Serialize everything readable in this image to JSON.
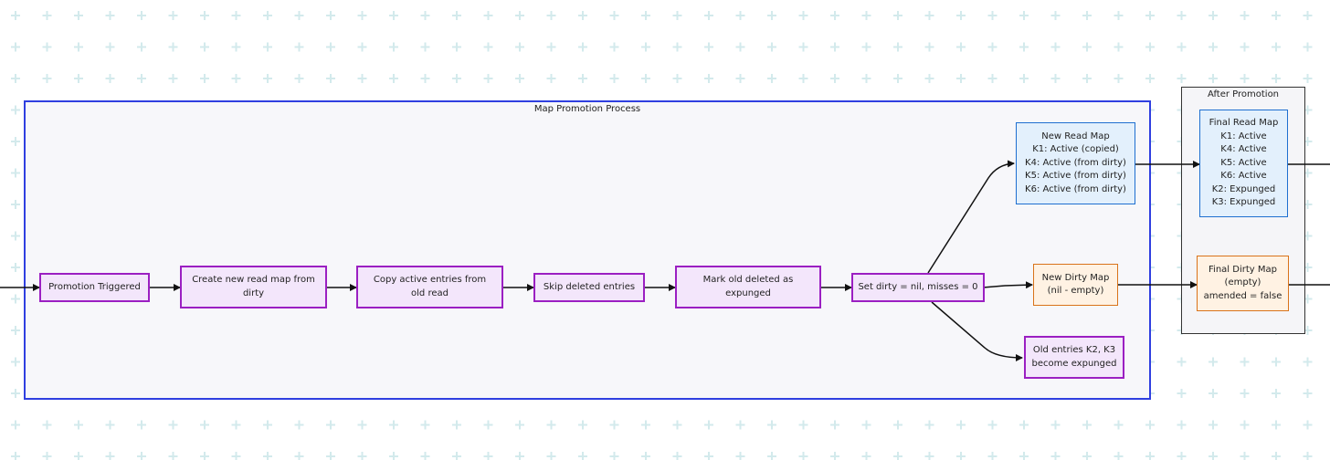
{
  "clusters": {
    "promotion": {
      "title": "Map Promotion Process"
    },
    "after": {
      "title": "After Promotion"
    }
  },
  "nodes": {
    "triggered": {
      "lines": [
        "Promotion Triggered"
      ]
    },
    "create_read": {
      "lines": [
        "Create new read map from",
        "dirty"
      ]
    },
    "copy_active": {
      "lines": [
        "Copy active entries from",
        "old read"
      ]
    },
    "skip_deleted": {
      "lines": [
        "Skip deleted entries"
      ]
    },
    "mark_old": {
      "lines": [
        "Mark old deleted as",
        "expunged"
      ]
    },
    "set_dirty": {
      "lines": [
        "Set dirty = nil, misses = 0"
      ]
    },
    "new_read": {
      "lines": [
        "New Read Map",
        "K1: Active (copied)",
        "K4: Active (from dirty)",
        "K5: Active (from dirty)",
        "K6: Active (from dirty)"
      ]
    },
    "new_dirty": {
      "lines": [
        "New Dirty Map",
        "(nil - empty)"
      ]
    },
    "old_entries": {
      "lines": [
        "Old entries K2, K3",
        "become expunged"
      ]
    },
    "final_read": {
      "lines": [
        "Final Read Map",
        "K1: Active",
        "K4: Active",
        "K5: Active",
        "K6: Active",
        "K2: Expunged",
        "K3: Expunged"
      ]
    },
    "final_dirty": {
      "lines": [
        "Final Dirty Map",
        "(empty)",
        "amended = false"
      ]
    }
  },
  "colors": {
    "process_border": "#9b1fc2",
    "process_fill": "#f3e6fb",
    "read_border": "#1e6fd0",
    "read_fill": "#e3f0fc",
    "dirty_border": "#d9731a",
    "dirty_fill": "#fff2e3",
    "promotion_cluster_border": "#2f3fe0",
    "after_cluster_border": "#333333"
  }
}
